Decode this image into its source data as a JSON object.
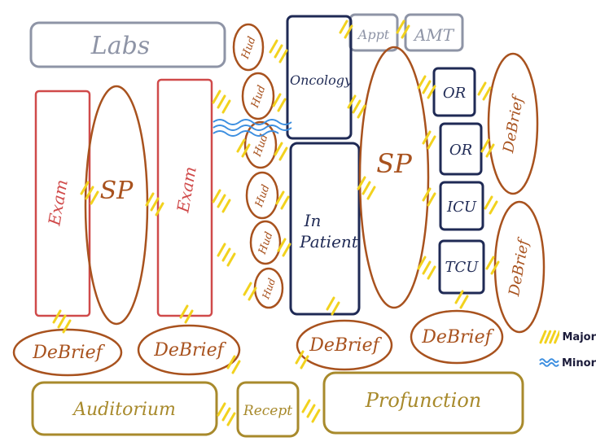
{
  "colors": {
    "labs": "#8e94a6",
    "exam": "#d04a4a",
    "sp": "#a8521e",
    "debrief": "#a8521e",
    "navy": "#1f2a55",
    "gold": "#a88a2c",
    "major": "#f2d21e",
    "minor": "#3d8fe0"
  },
  "labels": {
    "labs": "Labs",
    "appt": "Appt",
    "amt": "AMT",
    "exam": "Exam",
    "sp": "SP",
    "hud": "Hud",
    "oncology": "Oncology",
    "inpatient_line1": "In",
    "inpatient_line2": "Patient",
    "or": "OR",
    "icu": "ICU",
    "tcu": "TCU",
    "debrief": "DeBrief",
    "auditorium": "Auditorium",
    "recept": "Recept",
    "profunction": "Profunction"
  },
  "legend": {
    "major": "Major",
    "minor": "Minor"
  }
}
